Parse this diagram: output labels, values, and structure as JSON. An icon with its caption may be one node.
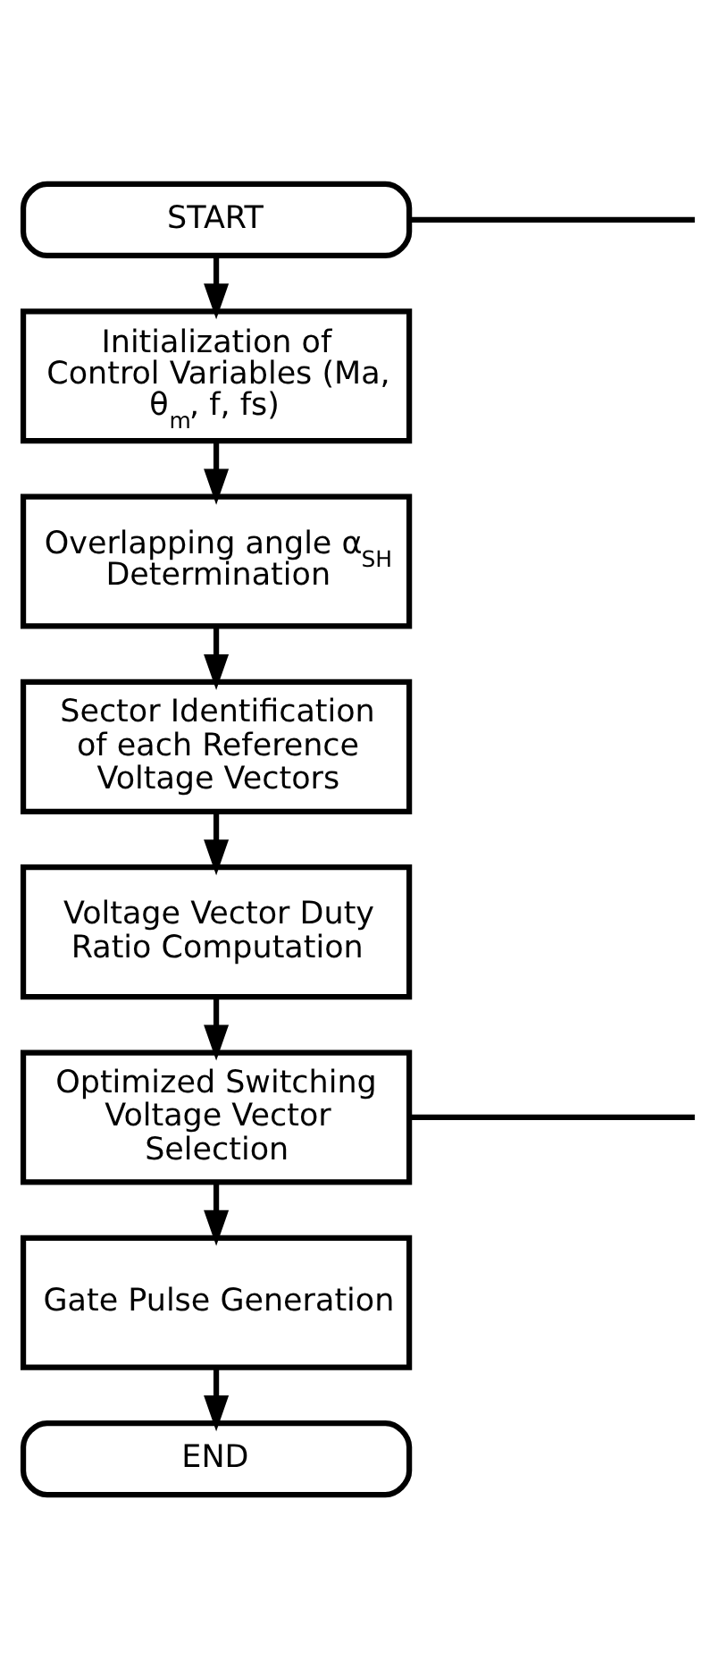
{
  "diagram": {
    "nodes": [
      {
        "text": [
          "START"
        ]
      },
      {
        "text": [
          "Initialization of Control Variables (Ma, θ$_{m}$, f, fs)"
        ]
      },
      {
        "text": [
          "Overlapping angle α$_{SH}$ Determination"
        ]
      },
      {
        "text": [
          "Sector Identification of each Reference Voltage Vectors"
        ]
      },
      {
        "text": [
          "Voltage Vector Duty Ratio Computation"
        ]
      },
      {
        "text": [
          "Optimized Switching Voltage Vector Selection"
        ]
      },
      {
        "text": [
          "Gate Pulse Generation"
        ]
      },
      {
        "text": [
          "END"
        ]
      }
    ],
    "edges": [
      {
        "from": 0,
        "to": 1,
        "arrow": "to"
      },
      {
        "from": 0,
        "to": null,
        "arrow": "none"
      },
      {
        "from": 1,
        "to": 2,
        "arrow": "to"
      },
      {
        "from": 2,
        "to": 3,
        "arrow": "to"
      },
      {
        "from": 3,
        "to": 4,
        "arrow": "to"
      },
      {
        "from": 4,
        "to": 5,
        "arrow": "to"
      },
      {
        "from": 5,
        "to": 6,
        "arrow": "to"
      },
      {
        "from": 5,
        "to": null,
        "arrow": "none"
      },
      {
        "from": 6,
        "to": 7,
        "arrow": "to"
      }
    ]
  }
}
